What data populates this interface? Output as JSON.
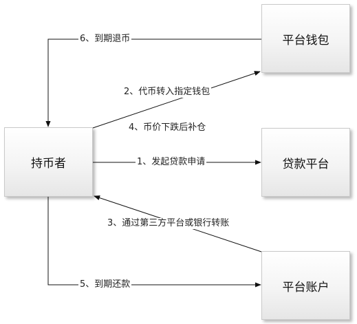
{
  "nodes": {
    "holder": "持币者",
    "wallet": "平台钱包",
    "loan": "贷款平台",
    "account": "平台账户"
  },
  "edges": {
    "e1": "1、发起贷款申请",
    "e2": "2、代币转入指定钱包",
    "e3": "3、通过第三方平台或银行转账",
    "e4": "4、币价下跌后补仓",
    "e5": "5、到期还款",
    "e6": "6、到期退币"
  },
  "colors": {
    "line": "#111111",
    "node_border": "#c9c9c9"
  }
}
